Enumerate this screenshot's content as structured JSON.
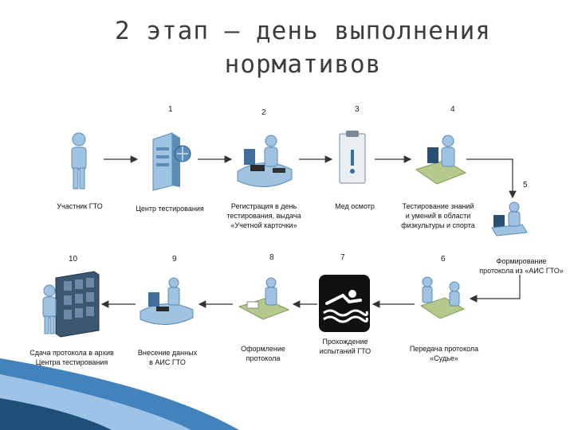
{
  "title": {
    "line1": "2 этап – день выполнения",
    "line2": "нормативов"
  },
  "steps": [
    {
      "num": "1",
      "lines": [
        "Центр тестирования"
      ],
      "icon": "server-icon"
    },
    {
      "num": "2",
      "lines": [
        "Регистрация в день",
        "тестирования, выдача",
        "«Учетной карточки»"
      ],
      "icon": "desk-workstation-icon"
    },
    {
      "num": "3",
      "lines": [
        "Мед осмотр"
      ],
      "icon": "medical-clipboard-icon"
    },
    {
      "num": "4",
      "lines": [
        "Тестирование знаний",
        "и умений в области",
        "физкультуры и спорта"
      ],
      "icon": "computer-desk-icon"
    },
    {
      "num": "5",
      "lines": [
        "Формирование",
        "протокола из «АИС ГТО»"
      ],
      "icon": "computer-user-icon"
    },
    {
      "num": "6",
      "lines": [
        "Передача протокола",
        "«Судье»"
      ],
      "icon": "meeting-table-icon"
    },
    {
      "num": "7",
      "lines": [
        "Прохождение",
        "испытаний ГТО"
      ],
      "icon": "swimming-icon"
    },
    {
      "num": "8",
      "lines": [
        "Оформление",
        "протокола"
      ],
      "icon": "paperwork-desk-icon"
    },
    {
      "num": "9",
      "lines": [
        "Внесение данных",
        "в АИС ГТО"
      ],
      "icon": "data-entry-workstation-icon"
    },
    {
      "num": "10",
      "lines": [
        "Сдача протокола в архив",
        "Центра тестирования"
      ],
      "icon": "archive-cabinet-icon"
    }
  ],
  "participant": {
    "lines": [
      "Участник ГТО"
    ],
    "icon": "person-icon"
  },
  "colors": {
    "accent": "#2e75b6",
    "figure": "#9fc3e0",
    "figure_dark": "#5b8db8",
    "arrow": "#333333"
  }
}
